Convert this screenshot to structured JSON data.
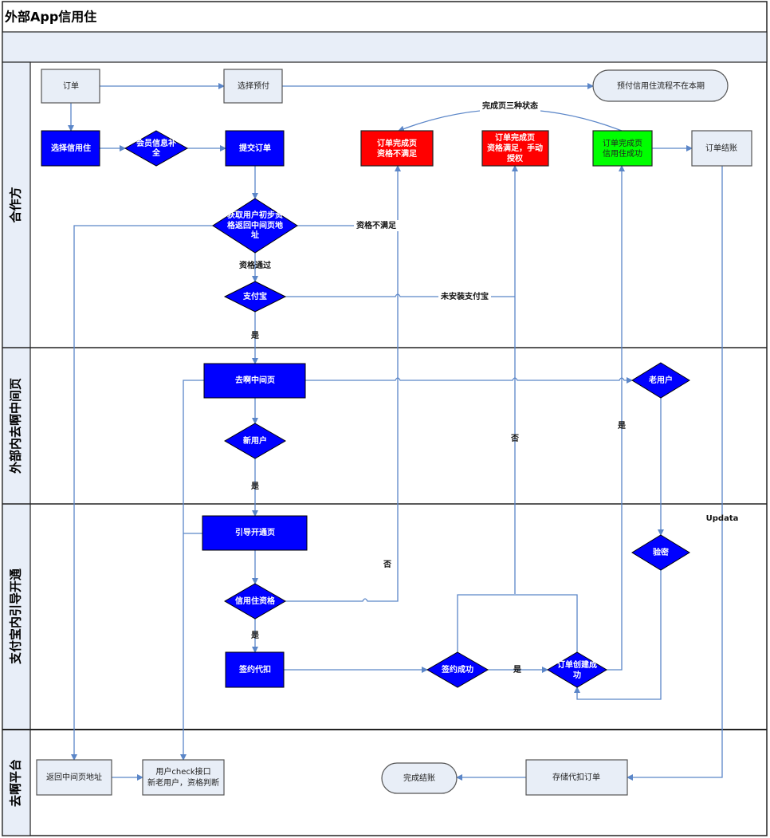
{
  "title": "外部App信用住",
  "colors": {
    "process_blue": "#0000ff",
    "fail_red": "#ff0000",
    "success_green": "#00ff00",
    "neutral_box": "#e8eef7",
    "connector": "#5b86c8"
  },
  "lanes": [
    "合作方",
    "外部内去啊中间页",
    "支付宝内引导开通",
    "去啊平台"
  ],
  "nodes": {
    "order": "订单",
    "choose_prepay": "选择预付",
    "prepay_out_of_scope": "预付信用住流程不在本期",
    "choose_credit_stay": "选择信用住",
    "member_info": [
      "会员信息补",
      "全"
    ],
    "submit_order": "提交订单",
    "fail_page": [
      "订单完成页",
      "资格不满足"
    ],
    "manual_auth_page": [
      "订单完成页",
      "资格满足，手动",
      "授权"
    ],
    "success_page": [
      "订单完成页",
      "信用住成功"
    ],
    "order_checkout": "订单结账",
    "get_eligibility": [
      "获取用户初步资",
      "格返回中间页地",
      "址"
    ],
    "alipay": "支付宝",
    "qua_middle_page": "去啊中间页",
    "new_user": "新用户",
    "old_user": "老用户",
    "guide_open_page": "引导开通页",
    "credit_eligibility": "信用住资格",
    "verify_password": "验密",
    "sign_withhold": "签约代扣",
    "sign_success": "签约成功",
    "order_created": [
      "订单创建成",
      "功"
    ],
    "return_middle_addr": "返回中间页地址",
    "user_check": [
      "用户check接口",
      "新老用户，资格判断"
    ],
    "finish_checkout": "完成结账",
    "store_withhold_order": "存储代扣订单"
  },
  "edge_labels": {
    "three_states": "完成页三种状态",
    "not_eligible": "资格不满足",
    "eligible": "资格通过",
    "no_alipay": "未安装支付宝",
    "yes1": "是",
    "yes2": "是",
    "yes3": "是",
    "yes4": "是",
    "yes5": "是",
    "no1": "否",
    "no2": "否",
    "updata": "Updata"
  }
}
